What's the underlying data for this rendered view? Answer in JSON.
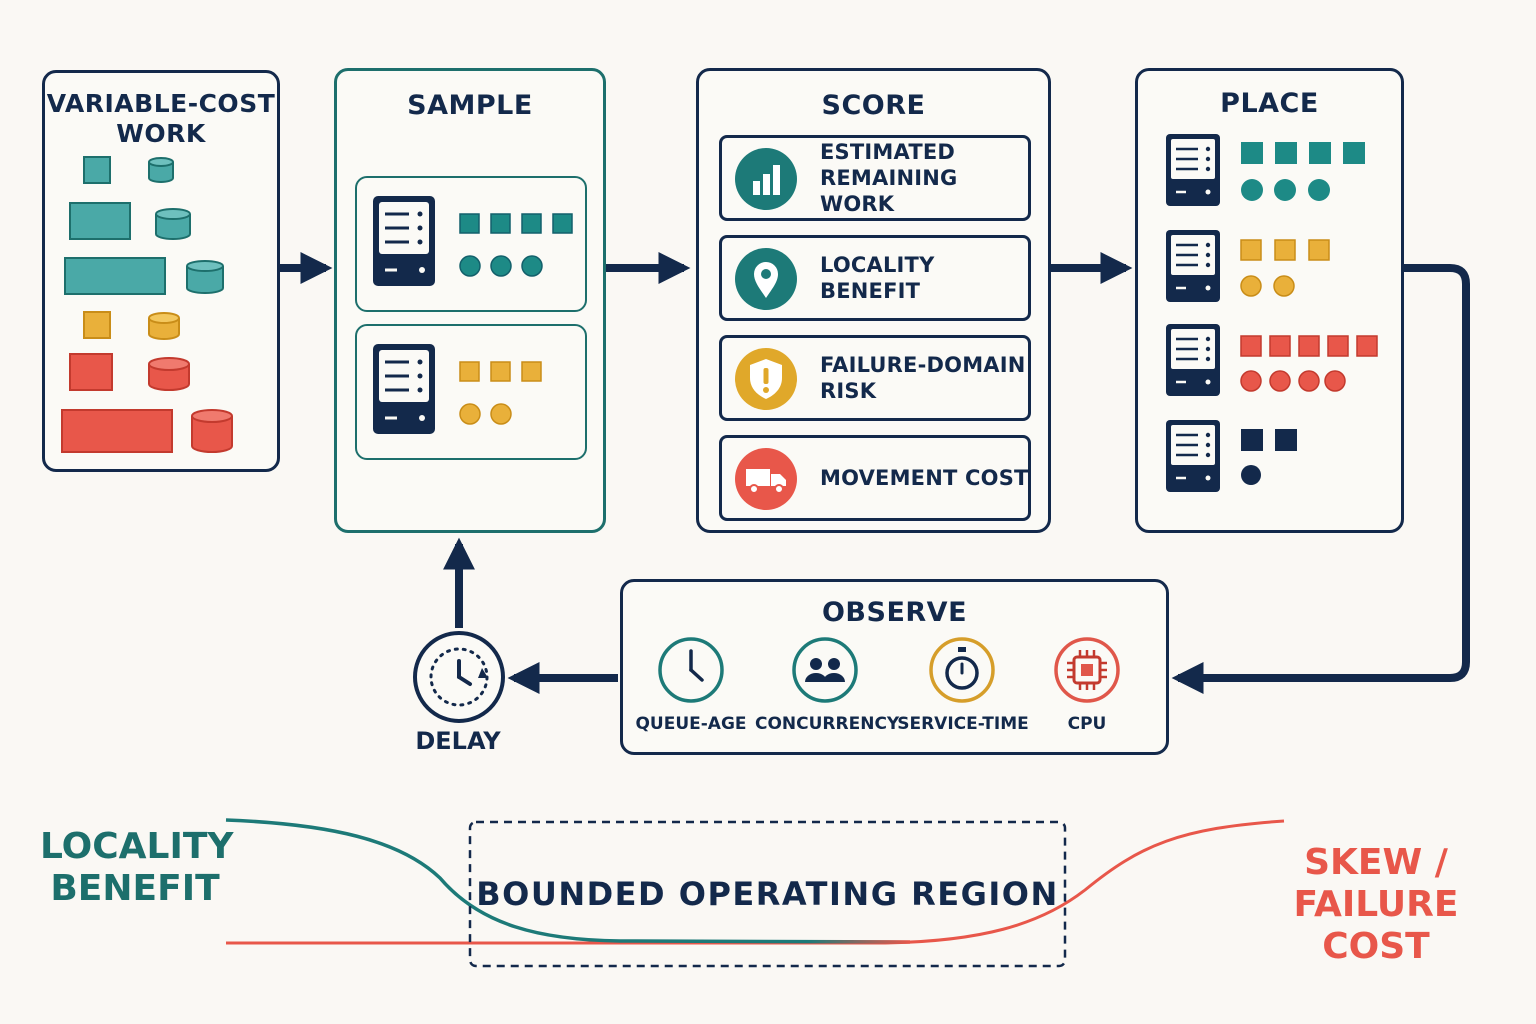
{
  "work_panel": {
    "title": "VARIABLE-COST\nWORK"
  },
  "sample_panel": {
    "title": "SAMPLE"
  },
  "score_panel": {
    "title": "SCORE",
    "items": [
      {
        "label": "ESTIMATED\nREMAINING WORK",
        "icon": "bar-chart-icon",
        "color": "#1d7a78"
      },
      {
        "label": "LOCALITY BENEFIT",
        "icon": "location-pin-icon",
        "color": "#1d7a78"
      },
      {
        "label": "FAILURE-DOMAIN RISK",
        "icon": "shield-warning-icon",
        "color": "#e0a82a"
      },
      {
        "label": "MOVEMENT COST",
        "icon": "truck-icon",
        "color": "#e8574a"
      }
    ]
  },
  "place_panel": {
    "title": "PLACE"
  },
  "observe_panel": {
    "title": "OBSERVE",
    "metrics": [
      {
        "label": "QUEUE-AGE",
        "icon": "clock-icon",
        "color": "#1d7a78"
      },
      {
        "label": "CONCURRENCY",
        "icon": "users-icon",
        "color": "#1d7a78"
      },
      {
        "label": "SERVICE-TIME",
        "icon": "stopwatch-icon",
        "color": "#d69e2a"
      },
      {
        "label": "CPU",
        "icon": "cpu-chip-icon",
        "color": "#e0574a"
      }
    ]
  },
  "delay": {
    "label": "DELAY",
    "icon": "delay-clock-icon"
  },
  "region": {
    "label": "BOUNDED OPERATING REGION"
  },
  "left_curve_label": "LOCALITY\nBENEFIT",
  "right_curve_label": "SKEW /\nFAILURE COST",
  "colors": {
    "navy": "#13294b",
    "teal": "#1d7a78",
    "teal_fill": "#4aa9a7",
    "gold": "#e9b03a",
    "red": "#e8574a",
    "background": "#faf8f4"
  }
}
